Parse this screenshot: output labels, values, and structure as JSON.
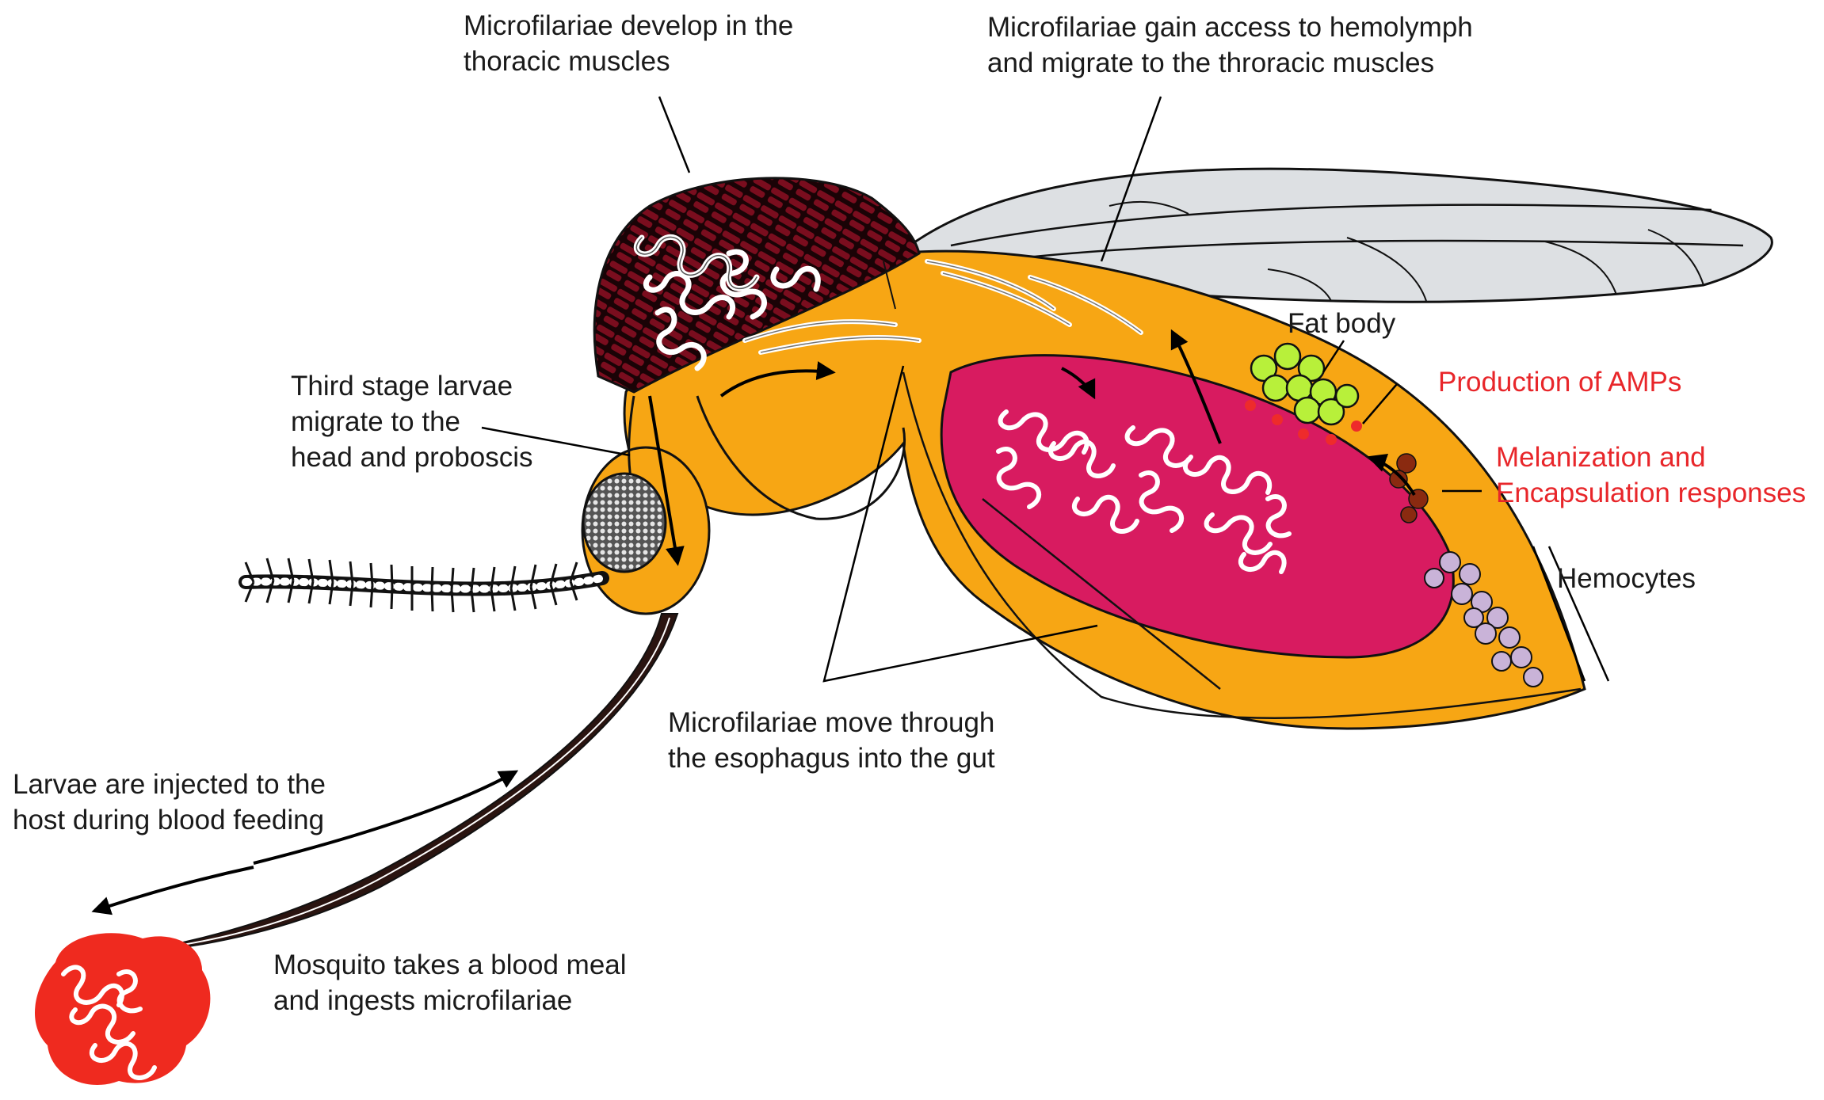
{
  "colors": {
    "body": "#f7a614",
    "gut": "#d81b60",
    "muscle": "#7a0d1e",
    "proboscis": "#2a1410",
    "blood": "#ef2a1f",
    "fat_body": "#b8f03a",
    "hemocytes": "#c9b3d8",
    "wing": "#dde0e3",
    "amp_dots": "#ee2b2b",
    "melanization": "#8a2a10",
    "text": "#1a1a1a",
    "red_text": "#e8262a"
  },
  "labels": {
    "develop": [
      "Microfilariae develop in the",
      "thoracic muscles"
    ],
    "hemolymph": [
      "Microfilariae gain access to hemolymph",
      "and migrate to the throracic muscles"
    ],
    "third_stage": [
      "Third stage larvae",
      "migrate to the",
      "head and proboscis"
    ],
    "fat_body": [
      "Fat body"
    ],
    "amps": [
      "Production of AMPs"
    ],
    "melanization": [
      "Melanization and",
      "Encapsulation responses"
    ],
    "hemocytes": [
      "Hemocytes"
    ],
    "esophagus": [
      "Microfilariae move through",
      "the esophagus into the gut"
    ],
    "injected": [
      "Larvae are injected to the",
      "host during blood feeding"
    ],
    "blood_meal": [
      "Mosquito takes a blood meal",
      "and ingests microfilariae"
    ]
  }
}
